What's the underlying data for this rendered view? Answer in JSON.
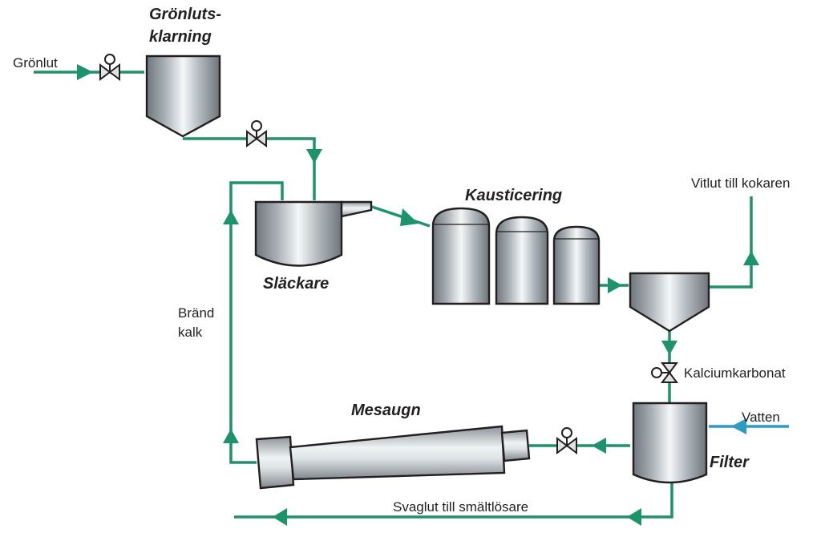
{
  "diagram": {
    "title": "Recausticizing process flow (Swedish)",
    "colors": {
      "process_line": "#1a9468",
      "water_line": "#2b9cc3",
      "vessel_outline": "#231f20",
      "text": "#231f20"
    },
    "equipment": {
      "green_liquor_clarifier": {
        "label_line1": "Grönluts-",
        "label_line2": "klarning"
      },
      "slaker": {
        "label": "Släckare"
      },
      "causticizing": {
        "label": "Kausticering",
        "tank_count": 3
      },
      "white_liquor_clarifier": {
        "label": ""
      },
      "filter": {
        "label": "Filter"
      },
      "lime_kiln": {
        "label": "Mesaugn"
      }
    },
    "streams": {
      "green_liquor_in": "Grönlut",
      "white_liquor_out": "Vitlut till kokaren",
      "calcium_carbonate": "Kalciumkarbonat",
      "water_in": "Vatten",
      "weak_liquor_out": "Svaglut till smältlösare",
      "burnt_lime_line1": "Bränd",
      "burnt_lime_line2": "kalk"
    },
    "valves": [
      {
        "id": "valve-green-liquor-inlet"
      },
      {
        "id": "valve-clarifier-outlet"
      },
      {
        "id": "valve-calcium-carbonate"
      },
      {
        "id": "valve-kiln-feed"
      }
    ]
  }
}
